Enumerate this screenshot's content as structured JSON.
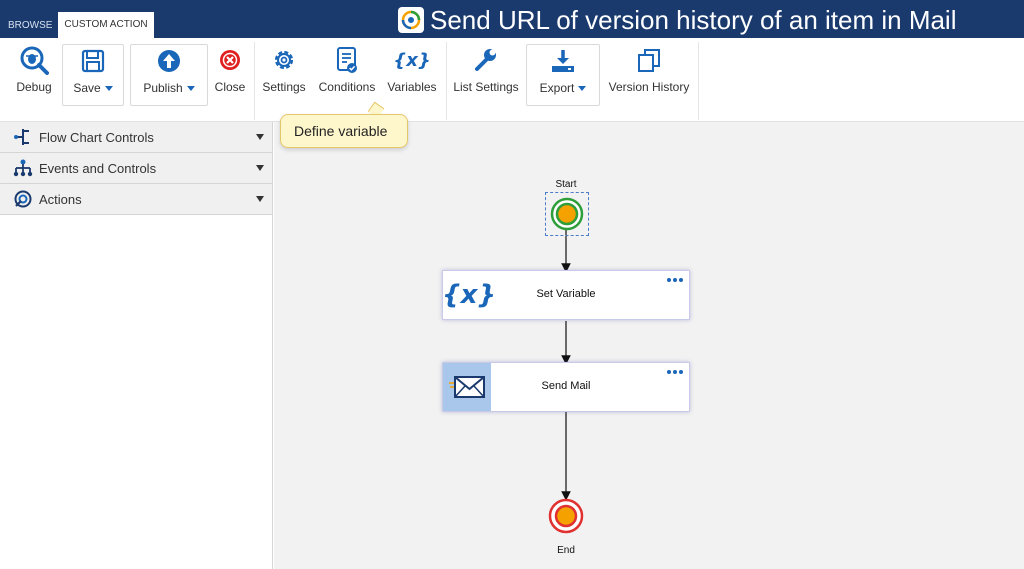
{
  "tabs": {
    "browse": "BROWSE",
    "custom_action": "CUSTOM ACTION"
  },
  "window_title": "Send URL of version history of an item in Mail",
  "ribbon": {
    "debug": "Debug",
    "save": "Save",
    "publish": "Publish",
    "close": "Close",
    "settings": "Settings",
    "conditions": "Conditions",
    "variables": "Variables",
    "list_settings": "List Settings",
    "export": "Export",
    "version_history": "Version History"
  },
  "tooltip": "Define variable",
  "sidebar": {
    "items": [
      {
        "label": "Flow Chart Controls",
        "icon": "flowchart-icon"
      },
      {
        "label": "Events and Controls",
        "icon": "hierarchy-icon"
      },
      {
        "label": "Actions",
        "icon": "actions-icon"
      }
    ]
  },
  "flow": {
    "start_label": "Start",
    "end_label": "End",
    "steps": [
      {
        "label": "Set Variable",
        "icon": "variable-icon"
      },
      {
        "label": "Send Mail",
        "icon": "mail-icon"
      }
    ]
  },
  "colors": {
    "topbar": "#1a3a6e",
    "accent_blue": "#1a66b8",
    "start_ring": "#2e9e3a",
    "end_ring": "#e03030",
    "node_fill": "#f5a100",
    "close_red": "#e02020"
  }
}
